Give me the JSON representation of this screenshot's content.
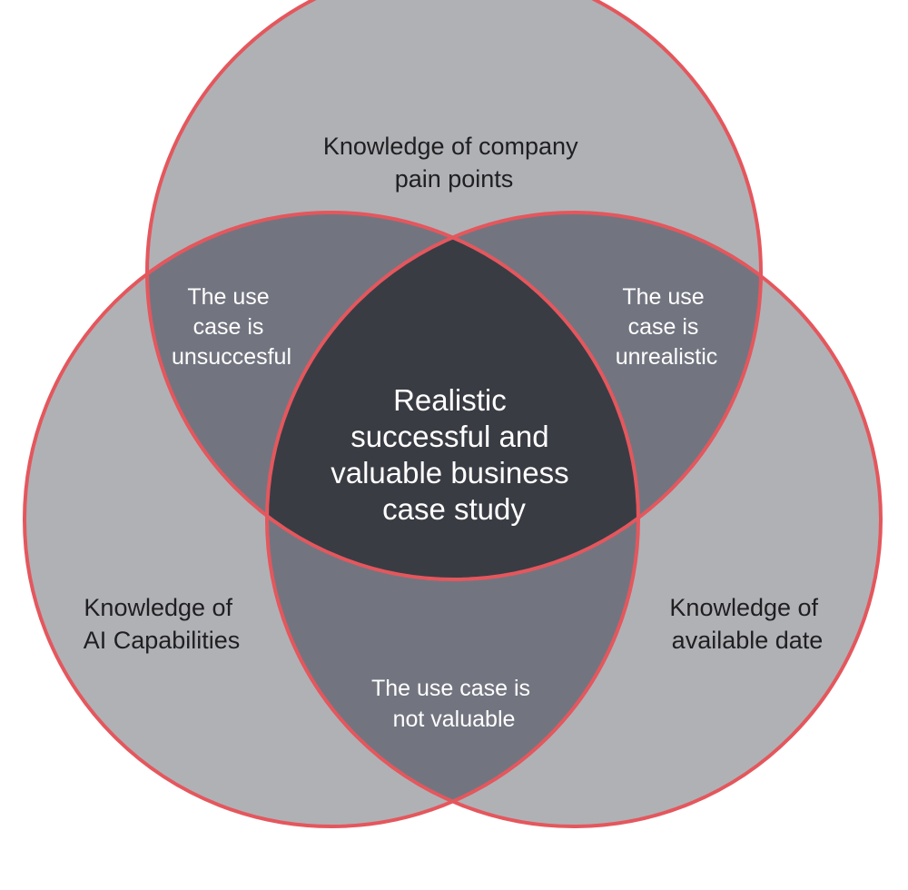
{
  "colors": {
    "outline": "#e4575d",
    "single_region": "#b0b1b5",
    "pair_region": "#727580",
    "center_region": "#3a3c44",
    "dark_text": "#1f1f22",
    "light_text": "#ffffff"
  },
  "sets": [
    {
      "key": "top",
      "lines": [
        "Knowledge of company",
        "pain points"
      ]
    },
    {
      "key": "left",
      "lines": [
        "Knowledge of",
        "AI Capabilities"
      ]
    },
    {
      "key": "right",
      "lines": [
        "Knowledge of",
        "available date"
      ]
    }
  ],
  "intersections": [
    {
      "key": "top-left",
      "lines": [
        "The use",
        "case is",
        "unsuccesful"
      ]
    },
    {
      "key": "top-right",
      "lines": [
        "The use",
        "case is",
        "unrealistic"
      ]
    },
    {
      "key": "left-right",
      "lines": [
        "The use case is",
        "not valuable"
      ]
    }
  ],
  "center": {
    "lines": [
      "Realistic",
      "successful and",
      "valuable business",
      "case study"
    ]
  }
}
